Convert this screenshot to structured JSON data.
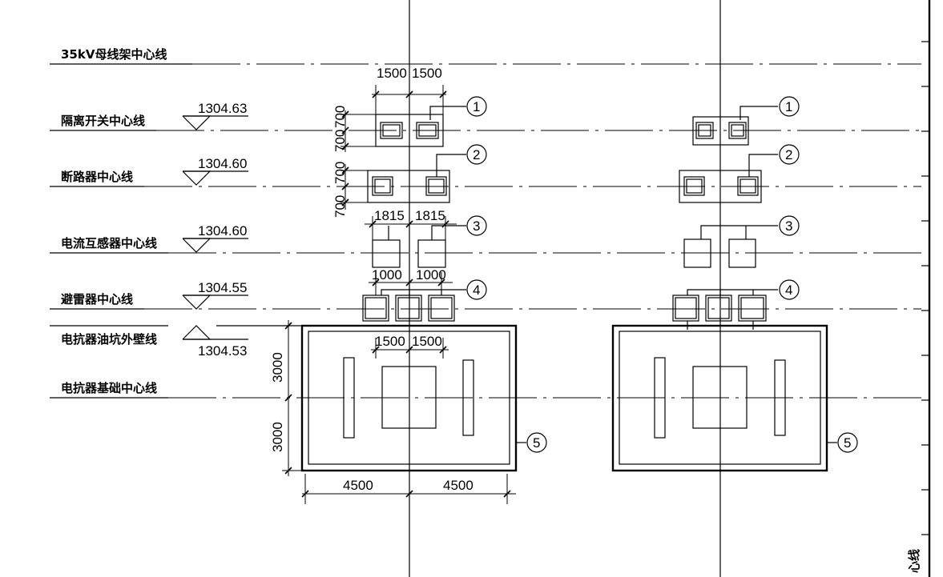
{
  "labels": {
    "busbar": "35kV母线架中心线",
    "disconnector": "隔离开关中心线",
    "breaker": "断路器中心线",
    "ct": "电流互感器中心线",
    "arrester": "避雷器中心线",
    "pit": "电抗器油坑外壁线",
    "foundation": "电抗器基础中心线",
    "corner": "心线"
  },
  "elevations": {
    "disconnector": "1304.63",
    "breaker": "1304.60",
    "ct": "1304.60",
    "arrester": "1304.55",
    "pit": "1304.53"
  },
  "dims": {
    "d1500a": "1500",
    "d1500b": "1500",
    "d700a": "700",
    "d700b": "700",
    "d700c": "700",
    "d700d": "700",
    "d1815a": "1815",
    "d1815b": "1815",
    "d1000a": "1000",
    "d1000b": "1000",
    "d1500c": "1500",
    "d1500d": "1500",
    "d3000a": "3000",
    "d3000b": "3000",
    "d4500a": "4500",
    "d4500b": "4500"
  },
  "markers": [
    "1",
    "2",
    "3",
    "4",
    "5"
  ]
}
